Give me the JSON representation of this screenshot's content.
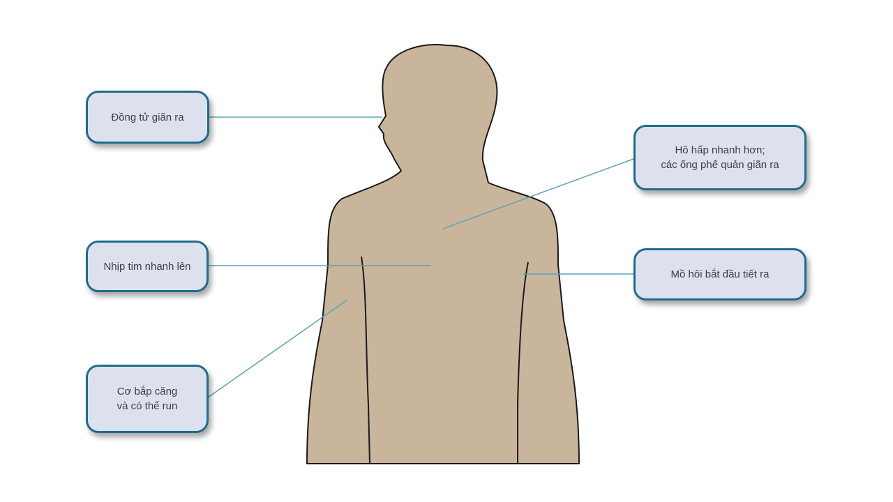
{
  "colors": {
    "skin": "#c8b59b",
    "outline": "#1a1a1a",
    "box_border": "#1f6c8c",
    "box_fill": "#dde1ee",
    "connector": "#5ea2b8"
  },
  "labels": {
    "pupils": "Đồng tử giãn ra",
    "breathing_line1": "Hô hấp nhanh hơn;",
    "breathing_line2": "các ống phế quản giãn ra",
    "heart": "Nhịp tim nhanh lên",
    "sweat": "Mồ hôi bắt đầu tiết ra",
    "muscle_line1": "Cơ bắp căng",
    "muscle_line2": "và có thể run"
  }
}
